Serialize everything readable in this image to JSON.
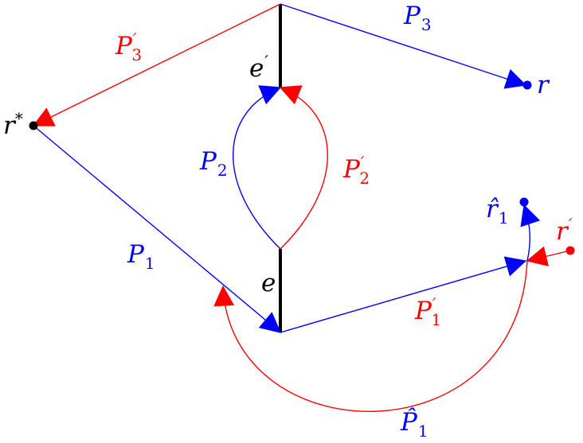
{
  "colors": {
    "blue": "#0000ff",
    "red": "#ff0000",
    "black": "#000000"
  },
  "labels": {
    "r_star": {
      "base": "r",
      "sup": "*"
    },
    "r": {
      "base": "r"
    },
    "r_prime": {
      "base": "r",
      "sup": "′"
    },
    "r_hat_1": {
      "base": "r̂",
      "sub": "1"
    },
    "e": {
      "base": "e"
    },
    "e_prime": {
      "base": "e",
      "sup": "′"
    },
    "P1": {
      "base": "P",
      "sub": "1"
    },
    "P2": {
      "base": "P",
      "sub": "2"
    },
    "P3": {
      "base": "P",
      "sub": "3"
    },
    "P1_prime": {
      "base": "P",
      "sup": "′",
      "sub": "1"
    },
    "P2_prime": {
      "base": "P",
      "sup": "′",
      "sub": "2"
    },
    "P3_prime": {
      "base": "P",
      "sup": "′",
      "sub": "3"
    },
    "P1_hat": {
      "base": "P̂",
      "sub": "1"
    }
  }
}
